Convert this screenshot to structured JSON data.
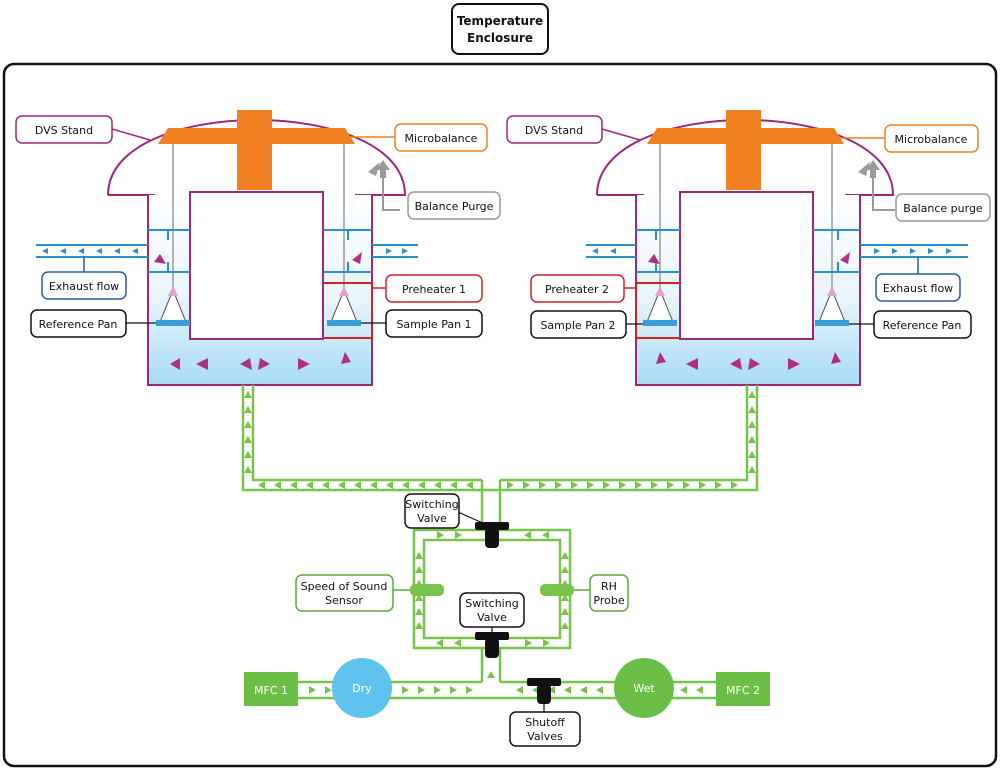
{
  "title": {
    "line1": "Temperature",
    "line2": "Enclosure"
  },
  "colors": {
    "stand": "#a0267a",
    "microbalance": "#f08020",
    "preheater": "#d52027",
    "exhaust": "#2a5ba8",
    "purge": "#9a9a9a",
    "pan": "#1f1f1f",
    "flow_green": "#78c44a",
    "green_label": "#5aaa3a",
    "dry": "#5ec4ee",
    "wet": "#6cbf46",
    "valve": "#111111",
    "pipe_blue": "#2a8fd0",
    "arrow_magenta": "#b0307e"
  },
  "left_unit": {
    "stand_label": "DVS Stand",
    "microbalance_label": "Microbalance",
    "purge_label": "Balance Purge",
    "exhaust_label": "Exhaust flow",
    "preheater_label": "Preheater 1",
    "reference_label": "Reference Pan",
    "sample_label": "Sample Pan 1"
  },
  "right_unit": {
    "stand_label": "DVS Stand",
    "microbalance_label": "Microbalance",
    "purge_label": "Balance purge",
    "exhaust_label": "Exhaust flow",
    "preheater_label": "Preheater 2",
    "sample_label": "Sample Pan 2",
    "reference_label": "Reference Pan"
  },
  "flow": {
    "switching_valve_top": {
      "line1": "Switching",
      "line2": "Valve"
    },
    "switching_valve_mid": {
      "line1": "Switching",
      "line2": "Valve"
    },
    "speed_sensor": {
      "line1": "Speed of Sound",
      "line2": "Sensor"
    },
    "rh_probe": {
      "line1": "RH",
      "line2": "Probe"
    },
    "shutoff": {
      "line1": "Shutoff",
      "line2": "Valves"
    },
    "mfc1": "MFC 1",
    "mfc2": "MFC 2",
    "dry": "Dry",
    "wet": "Wet"
  }
}
